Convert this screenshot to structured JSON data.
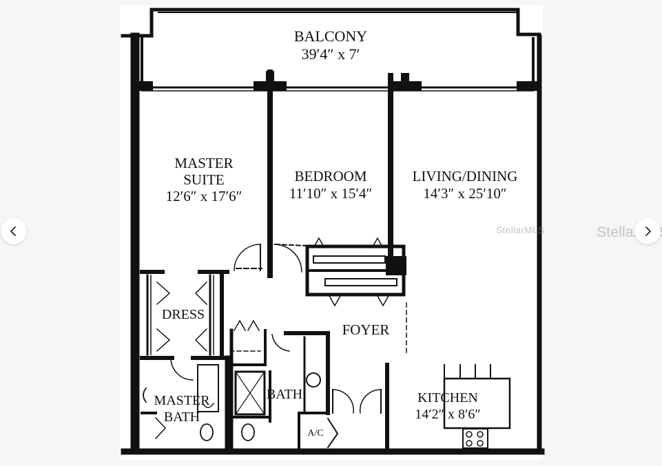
{
  "rooms": {
    "balcony": {
      "name": "BALCONY",
      "size": "39′4″ x 7′"
    },
    "master_suite": {
      "name_line1": "MASTER",
      "name_line2": "SUITE",
      "size": "12′6″ x 17′6″"
    },
    "bedroom": {
      "name": "BEDROOM",
      "size": "11′10″ x 15′4″"
    },
    "living_dining": {
      "name": "LIVING/DINING",
      "size": "14′3″ x 25′10″"
    },
    "dress": {
      "name": "DRESS"
    },
    "foyer": {
      "name": "FOYER"
    },
    "master_bath": {
      "name_line1": "MASTER",
      "name_line2": "BATH"
    },
    "bath": {
      "name": "BATH"
    },
    "ac": {
      "name": "A/C"
    },
    "kitchen": {
      "name": "KITCHEN",
      "size": "14′2″ x 8′6″"
    }
  },
  "watermark": {
    "text": "StellarMLS"
  },
  "navigation": {
    "prev_icon": "chevron-left-icon",
    "next_icon": "chevron-right-icon"
  },
  "colors": {
    "wall": "#111111",
    "paper": "#ffffff",
    "page_bg": "#f6f6f6"
  }
}
